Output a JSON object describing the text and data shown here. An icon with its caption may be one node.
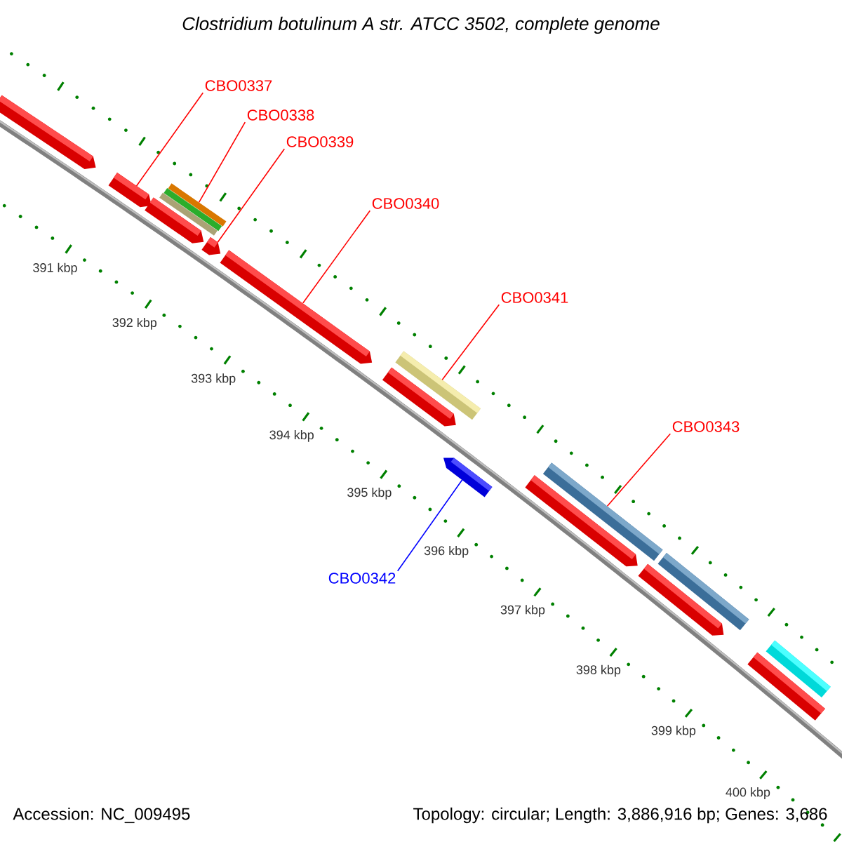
{
  "diagram": {
    "title": "Clostridium botulinum A str. ATCC 3502, complete genome",
    "nodes": [
      {
        "text": [
          "CBO0337"
        ]
      },
      {
        "text": [
          "CBO0338"
        ]
      },
      {
        "text": [
          "CBO0339"
        ]
      },
      {
        "text": [
          "CBO0340"
        ]
      },
      {
        "text": [
          "CBO0341"
        ]
      },
      {
        "text": [
          "CBO0343"
        ]
      },
      {
        "text": [
          "CBO0342"
        ]
      },
      {
        "text": [],
        "shape": "pentagon"
      },
      {
        "text": [],
        "shape": "pentagon"
      },
      {
        "text": [],
        "shape": "pentagon"
      },
      {
        "text": [],
        "shape": "bar"
      },
      {
        "text": [],
        "shape": "bar"
      },
      {
        "text": [],
        "shape": "bar"
      },
      {
        "text": [],
        "shape": "pentagon"
      },
      {
        "text": [],
        "shape": "pentagon"
      },
      {
        "text": [],
        "shape": "pentagon"
      },
      {
        "text": [],
        "shape": "bar"
      },
      {
        "text": [],
        "shape": "pentagon"
      },
      {
        "text": [],
        "shape": "pentagon"
      },
      {
        "text": [],
        "shape": "bar"
      },
      {
        "text": [],
        "shape": "pentagon"
      },
      {
        "text": [],
        "shape": "bar"
      },
      {
        "text": [],
        "shape": "bar"
      },
      {
        "text": [],
        "shape": "bar"
      }
    ],
    "edges": [
      {
        "from": 0,
        "to": 8,
        "arrow": "none"
      },
      {
        "from": 1,
        "to": 10,
        "arrow": "none"
      },
      {
        "from": 2,
        "to": 13,
        "arrow": "none"
      },
      {
        "from": 3,
        "to": 14,
        "arrow": "none"
      },
      {
        "from": 4,
        "to": 16,
        "arrow": "none"
      },
      {
        "from": 5,
        "to": 19,
        "arrow": "none"
      },
      {
        "from": 6,
        "to": 17,
        "arrow": "none",
        "color": "#0000ff"
      }
    ],
    "labels": [
      "391 kbp",
      "392 kbp",
      "393 kbp",
      "394 kbp",
      "395 kbp",
      "396 kbp",
      "397 kbp",
      "398 kbp",
      "399 kbp",
      "400 kbp",
      "Accession: NC_009495",
      "Topology: circular; Length: 3,886,916 bp; Genes: 3,686"
    ]
  }
}
